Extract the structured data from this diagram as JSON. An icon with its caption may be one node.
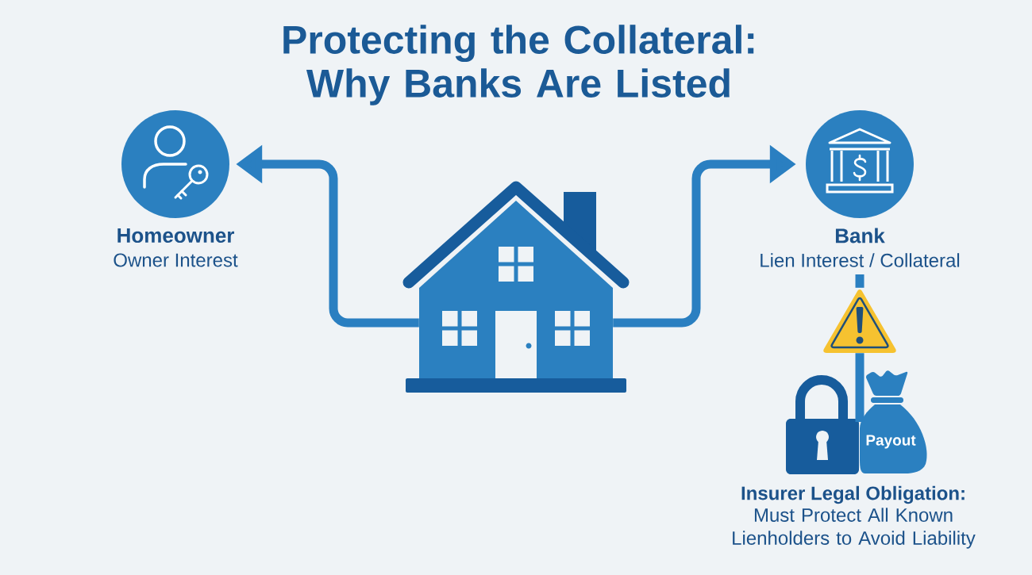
{
  "diagram": {
    "title": "Protecting the Collateral: Why Banks Are Listed",
    "nodes": [
      {
        "text": [
          "Homeowner",
          "Owner Interest"
        ]
      },
      {
        "text": [
          "Bank",
          "Lien Interest / Collateral"
        ]
      },
      {
        "text": [],
        "shape": "picture"
      },
      {
        "text": [],
        "shape": "triangle"
      },
      {
        "text": [
          "Payout"
        ]
      }
    ],
    "edges": [
      {
        "from": 2,
        "to": 0,
        "arrow": "to"
      },
      {
        "from": 2,
        "to": 1,
        "arrow": "to"
      },
      {
        "from": 1,
        "to": 3,
        "arrow": "none"
      },
      {
        "from": 3,
        "to": 4,
        "arrow": "none"
      }
    ],
    "labels": [
      "Insurer Legal Obligation:",
      "Must Protect All Known Lienholders to Avoid Liability"
    ]
  }
}
